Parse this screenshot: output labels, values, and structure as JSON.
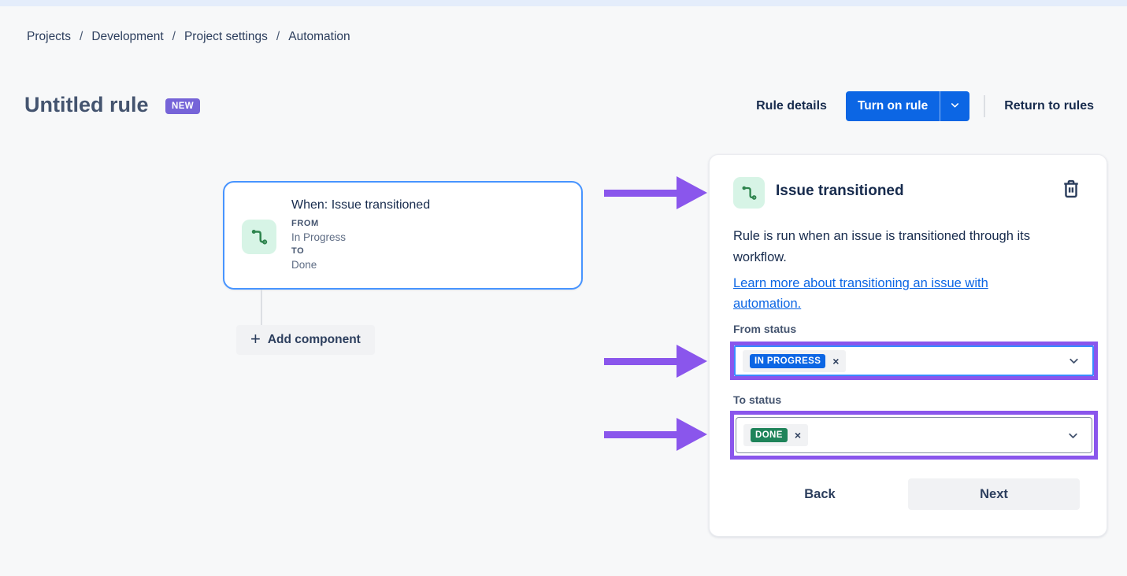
{
  "breadcrumb": {
    "items": [
      "Projects",
      "Development",
      "Project settings",
      "Automation"
    ],
    "separator": "/"
  },
  "header": {
    "title": "Untitled rule",
    "badge": "NEW",
    "rule_details_label": "Rule details",
    "turn_on_rule_label": "Turn on rule",
    "return_to_rules_label": "Return to rules"
  },
  "canvas": {
    "trigger_card": {
      "title": "When: Issue transitioned",
      "from_label": "FROM",
      "from_value": "In Progress",
      "to_label": "TO",
      "to_value": "Done"
    },
    "add_component_label": "Add component"
  },
  "panel": {
    "title": "Issue transitioned",
    "description": "Rule is run when an issue is transitioned through its workflow.",
    "link_text": "Learn more about transitioning an issue with automation.",
    "from_status": {
      "label": "From status",
      "selected_value": "IN PROGRESS",
      "tag_color": "#0C66E4"
    },
    "to_status": {
      "label": "To status",
      "selected_value": "DONE",
      "tag_color": "#1F845A"
    },
    "back_label": "Back",
    "next_label": "Next"
  },
  "icons": {
    "plus": "+",
    "remove": "×"
  },
  "colors": {
    "primary_blue": "#0C66E4",
    "focus_border_blue": "#388BFF",
    "card_border_blue": "#4794FF",
    "annotation_purple": "#8A56EC",
    "badge_purple": "#7664D8",
    "icon_mint_bg": "#D7F4E6",
    "icon_green": "#2E844E",
    "page_bg": "#F7F8F9",
    "top_strip": "#E4EDFB",
    "text_dark": "#172B4D",
    "text_muted": "#5E6C84"
  }
}
